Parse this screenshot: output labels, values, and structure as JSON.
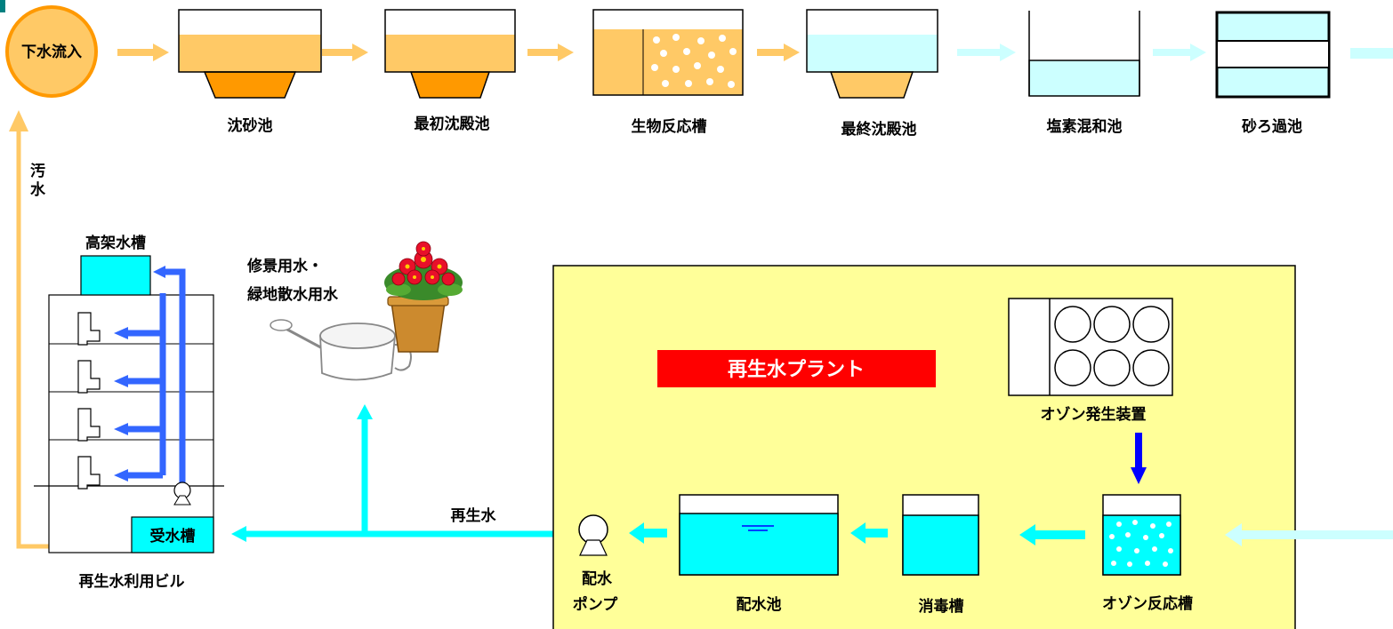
{
  "inflow": {
    "label": "下水流入"
  },
  "stages": [
    {
      "label": "沈砂池"
    },
    {
      "label": "最初沈殿池"
    },
    {
      "label": "生物反応槽"
    },
    {
      "label": "最終沈殿池"
    },
    {
      "label": "塩素混和池"
    },
    {
      "label": "砂ろ過池"
    }
  ],
  "sewage_label": [
    "汚",
    "水"
  ],
  "building": {
    "label": "再生水利用ビル",
    "elevated_tank": "高架水槽",
    "receiving_tank": "受水槽"
  },
  "landscape": {
    "line1": "修景用水・",
    "line2": "緑地散水用水"
  },
  "reclaimed_label": "再生水",
  "plant": {
    "title": "再生水プラント",
    "ozone_generator": "オゾン発生装置",
    "ozone_reactor": "オゾン反応槽",
    "disinfection": "消毒槽",
    "distribution_reservoir": "配水池",
    "pump_line1": "配水",
    "pump_line2": "ポンプ"
  },
  "colors": {
    "sewage": "#ffc966",
    "sludge": "#ff9900",
    "reclaimed": "#00ffff",
    "reclaimed_light": "#ccffff",
    "building_supply": "#3366ff",
    "plant_bg": "#ffff99",
    "title_bg": "#ff0000"
  }
}
